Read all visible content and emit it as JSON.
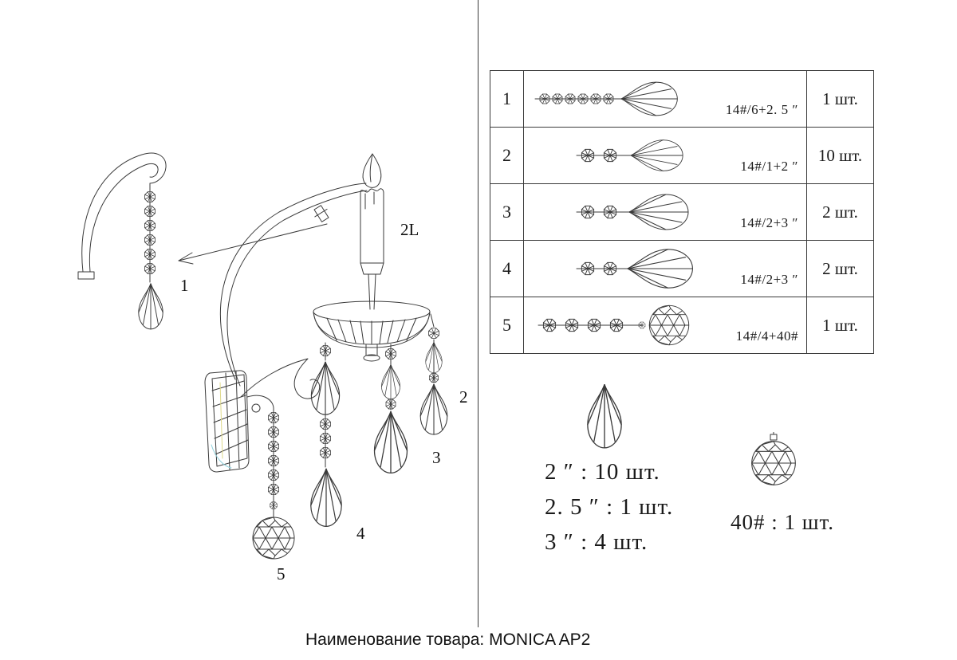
{
  "page": {
    "title": "Наименование товара: MONICA AP2"
  },
  "diagram": {
    "labels": {
      "part1": "1",
      "lights": "2L",
      "part2": "2",
      "part3": "3",
      "part4": "4",
      "part5": "5"
    }
  },
  "parts_table": {
    "rows": [
      {
        "num": "1",
        "code": "14#/6+2. 5 ″",
        "qty": "1 шт."
      },
      {
        "num": "2",
        "code": "14#/1+2 ″",
        "qty": "10 шт."
      },
      {
        "num": "3",
        "code": "14#/2+3 ″",
        "qty": "2 шт."
      },
      {
        "num": "4",
        "code": "14#/2+3 ″",
        "qty": "2 шт."
      },
      {
        "num": "5",
        "code": "14#/4+40#",
        "qty": "1 шт."
      }
    ]
  },
  "summary": {
    "drop_lines": [
      "2 ″ : 10 шт.",
      "2. 5 ″ : 1 шт.",
      "3 ″ : 4 шт."
    ],
    "ball_line": "40# : 1 шт."
  }
}
